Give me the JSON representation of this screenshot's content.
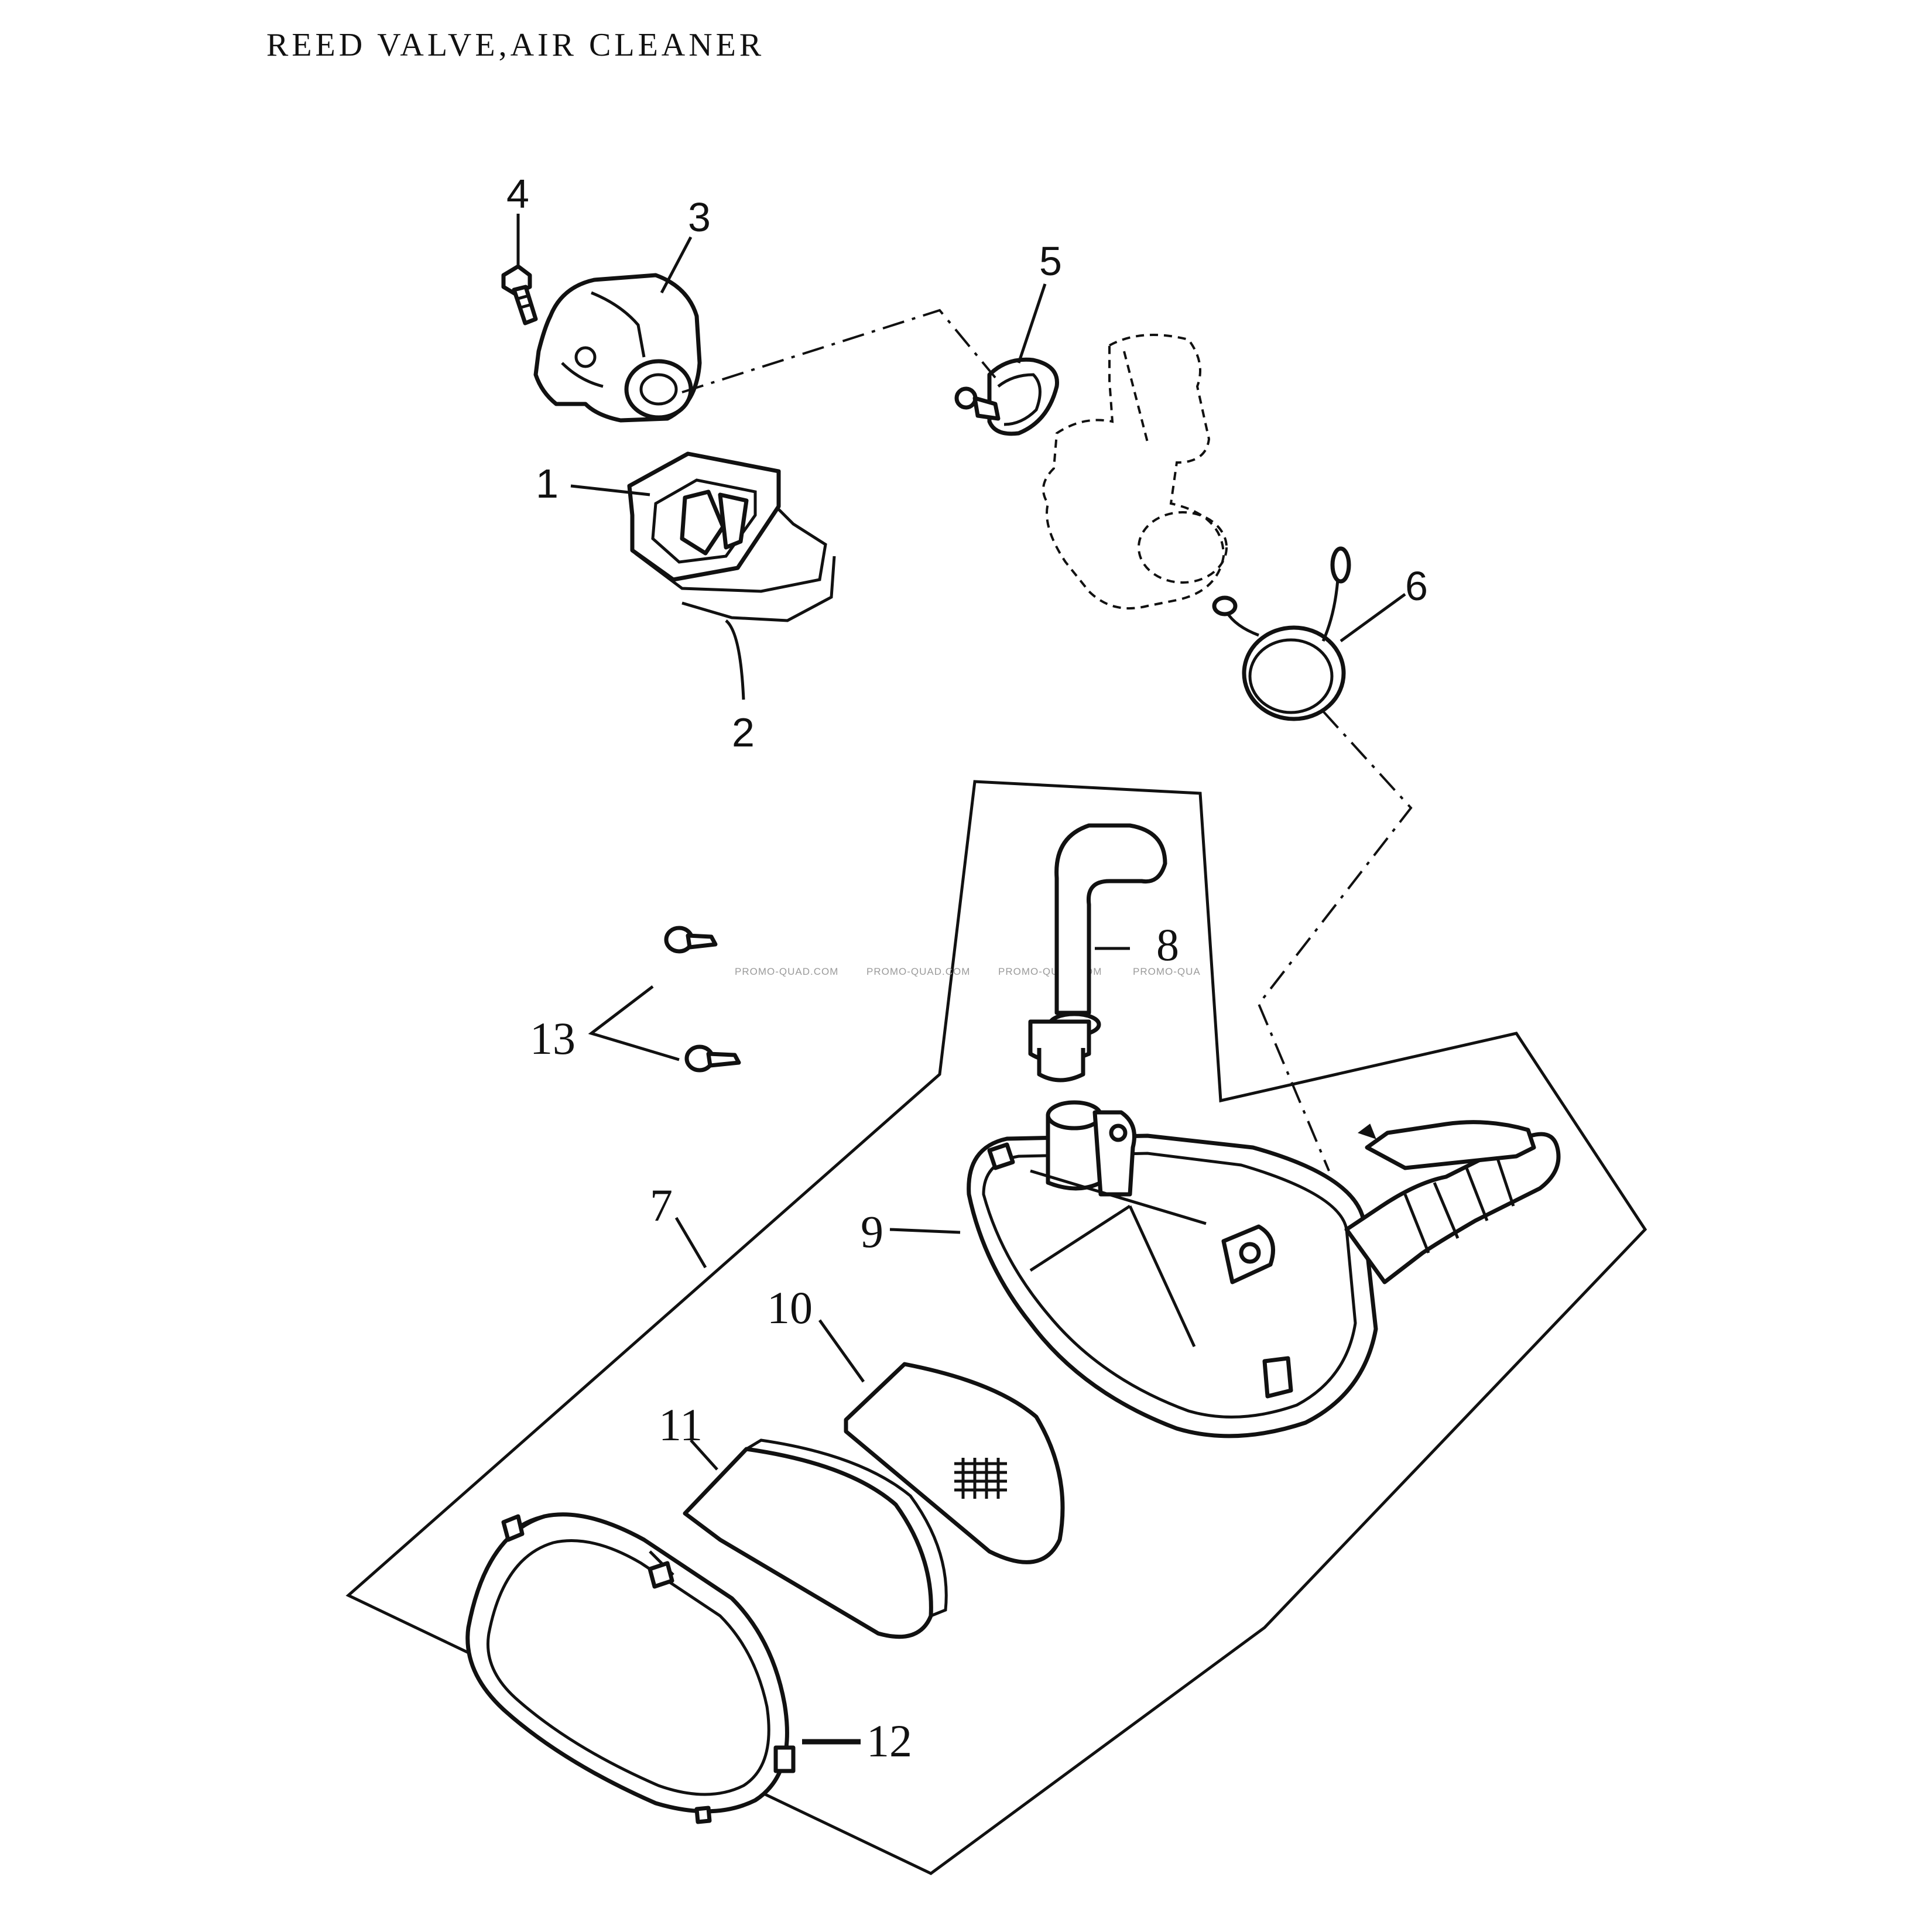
{
  "title": "REED VALVE,AIR CLEANER",
  "callouts": {
    "c1": "1",
    "c2": "2",
    "c3": "3",
    "c4": "4",
    "c5": "5",
    "c6": "6",
    "c7": "7",
    "c8": "8",
    "c9": "9",
    "c10": "10",
    "c11": "11",
    "c12": "12",
    "c13": "13"
  },
  "watermark": {
    "w1": "PROMO-QUAD.COM",
    "w2": "PROMO-QUAD.COM",
    "w3": "PROMO-QUAD.COM",
    "w4": "PROMO-QUA"
  }
}
